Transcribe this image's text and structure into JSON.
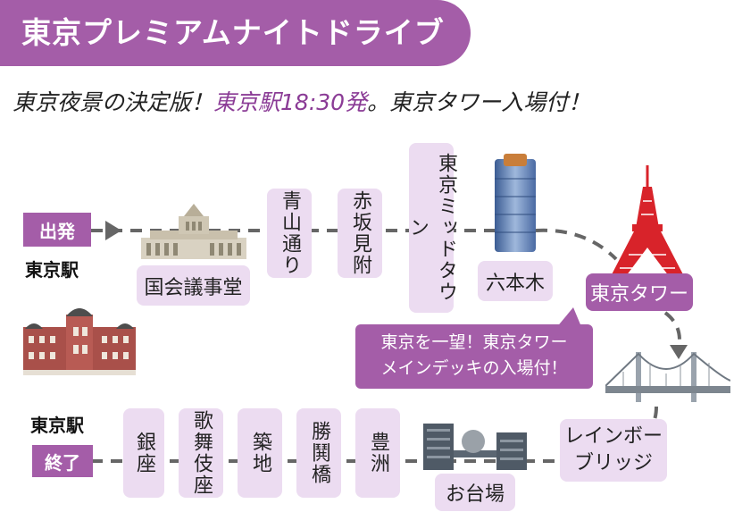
{
  "title": "東京プレミアムナイトドライブ",
  "subtitle": {
    "part1": "東京夜景の決定版！",
    "highlight": "東京駅18:30発",
    "part2": "。東京タワー入場付！"
  },
  "start": {
    "tag": "出発",
    "station": "東京駅"
  },
  "stops_outbound": [
    {
      "id": "kokkai",
      "label": "国会議事堂"
    },
    {
      "id": "aoyama",
      "label": "青山通り"
    },
    {
      "id": "akasaka",
      "label": "赤坂見附"
    },
    {
      "id": "midtown",
      "label": "東京ミッドタウン"
    },
    {
      "id": "roppongi",
      "label": "六本木"
    }
  ],
  "tower": {
    "label": "東京タワー"
  },
  "callout": {
    "line1": "東京を一望！東京タワー",
    "line2": "メインデッキの入場付！"
  },
  "bridge": {
    "line1": "レインボー",
    "line2": "ブリッジ"
  },
  "stops_return": [
    {
      "id": "ginza",
      "label": "銀座"
    },
    {
      "id": "kabukiza",
      "label": "歌舞伎座"
    },
    {
      "id": "tsukiji",
      "label": "築地"
    },
    {
      "id": "kachidoki",
      "label": "勝鬨橋"
    },
    {
      "id": "toyosu",
      "label": "豊洲"
    },
    {
      "id": "odaiba",
      "label": "お台場"
    }
  ],
  "end": {
    "tag": "終了",
    "station": "東京駅"
  },
  "colors": {
    "accent": "#a45da8",
    "box": "#ecdcf1",
    "route": "#666666",
    "tower": "#d8232a"
  }
}
